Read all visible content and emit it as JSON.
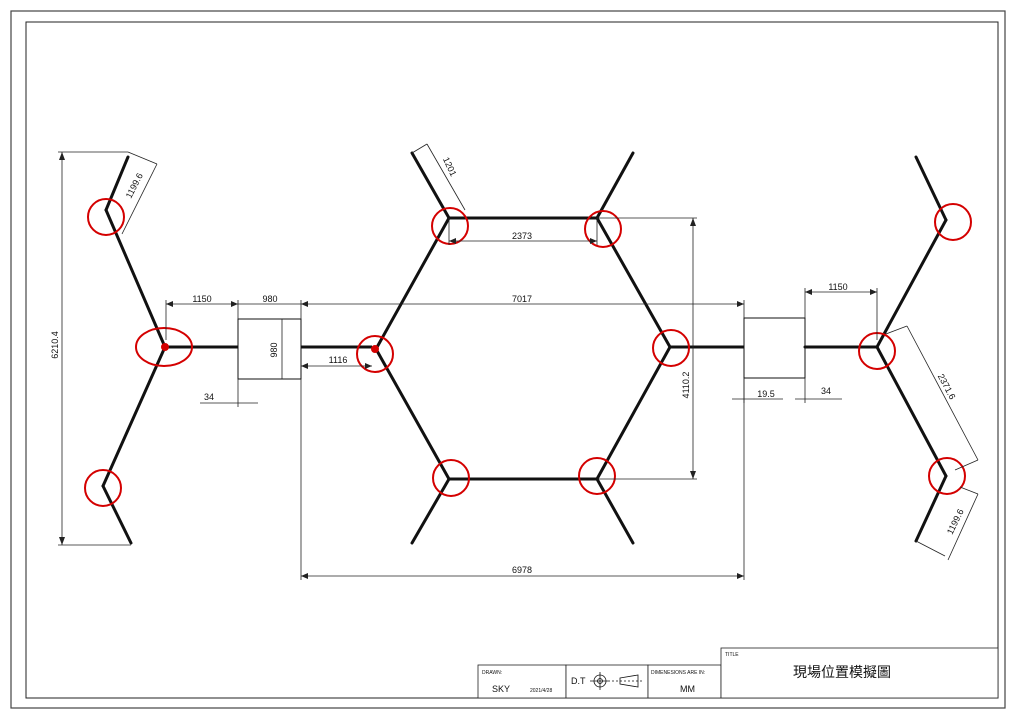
{
  "dimensions": {
    "left_top_arm": "1199.6",
    "left_total_height": "6210.4",
    "left_gap": "1150",
    "box_width": "980",
    "box_height": "980",
    "offset_34_left": "34",
    "hex_top_arm": "1201",
    "hex_top_width": "2373",
    "overall_top": "7017",
    "hex_offset": "1116",
    "hex_height": "4110.2",
    "overall_bottom": "6978",
    "right_gap": "1150",
    "right_offset_19_5": "19.5",
    "offset_34_right": "34",
    "right_diagonal": "2371.6",
    "right_bottom_arm": "1199.6"
  },
  "title_block": {
    "drawn_label": "DRAWN:",
    "drawn_by": "SKY",
    "date": "2021/4/28",
    "dt_label": "D.T",
    "dimensions_label": "DIMENESIONS ARE IN:",
    "units": "MM",
    "title_label": "TITLE",
    "title": "現場位置模擬圖"
  },
  "colors": {
    "line": "#111111",
    "highlight": "#d40000"
  }
}
